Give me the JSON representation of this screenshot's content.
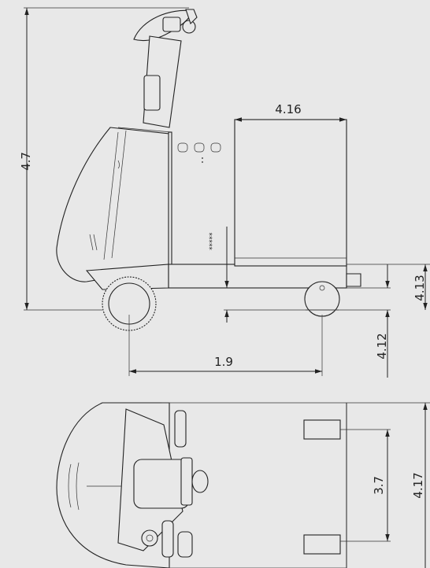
{
  "dimensions": {
    "overall_height": "4.7",
    "platform_length": "4.16",
    "wheelbase": "1.9",
    "ground_clearance": "4.12",
    "platform_height": "4.13",
    "slot_spacing": "3.7",
    "overall_width": "4.17"
  },
  "platform_marks": "*****",
  "colors": {
    "background": "#e8e8e8",
    "line": "#222222"
  }
}
